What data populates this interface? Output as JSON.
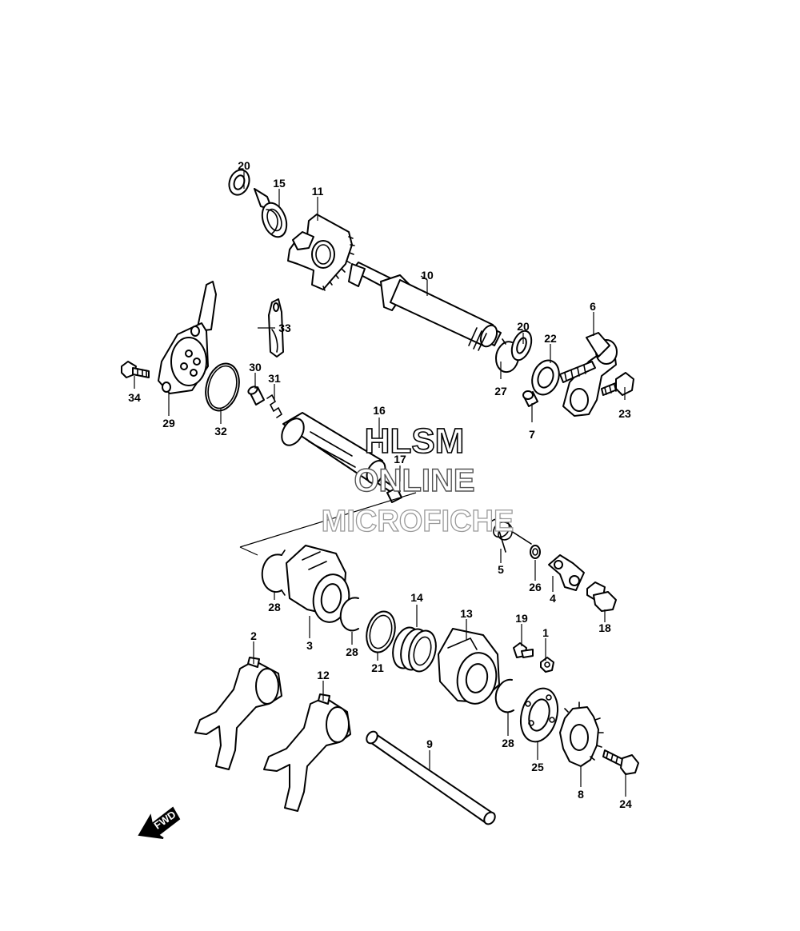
{
  "diagram": {
    "fwd_label": "FWD",
    "watermark": {
      "line1": "HLSM",
      "line2": "ONLINE",
      "line3": "MICROFICHE",
      "color": "#9a9a9a"
    },
    "callouts": [
      {
        "id": "c1",
        "label": "1"
      },
      {
        "id": "c2",
        "label": "2"
      },
      {
        "id": "c3",
        "label": "3"
      },
      {
        "id": "c4",
        "label": "4"
      },
      {
        "id": "c5",
        "label": "5"
      },
      {
        "id": "c6",
        "label": "6"
      },
      {
        "id": "c7",
        "label": "7"
      },
      {
        "id": "c8",
        "label": "8"
      },
      {
        "id": "c9",
        "label": "9"
      },
      {
        "id": "c10",
        "label": "10"
      },
      {
        "id": "c11",
        "label": "11"
      },
      {
        "id": "c12",
        "label": "12"
      },
      {
        "id": "c13",
        "label": "13"
      },
      {
        "id": "c14",
        "label": "14"
      },
      {
        "id": "c15",
        "label": "15"
      },
      {
        "id": "c16",
        "label": "16"
      },
      {
        "id": "c17",
        "label": "17"
      },
      {
        "id": "c18",
        "label": "18"
      },
      {
        "id": "c19",
        "label": "19"
      },
      {
        "id": "c20a",
        "label": "20"
      },
      {
        "id": "c20b",
        "label": "20"
      },
      {
        "id": "c21",
        "label": "21"
      },
      {
        "id": "c22",
        "label": "22"
      },
      {
        "id": "c23",
        "label": "23"
      },
      {
        "id": "c24",
        "label": "24"
      },
      {
        "id": "c25",
        "label": "25"
      },
      {
        "id": "c26",
        "label": "26"
      },
      {
        "id": "c27",
        "label": "27"
      },
      {
        "id": "c28a",
        "label": "28"
      },
      {
        "id": "c28b",
        "label": "28"
      },
      {
        "id": "c28c",
        "label": "28"
      },
      {
        "id": "c29",
        "label": "29"
      },
      {
        "id": "c30",
        "label": "30"
      },
      {
        "id": "c31",
        "label": "31"
      },
      {
        "id": "c32",
        "label": "32"
      },
      {
        "id": "c33",
        "label": "33"
      },
      {
        "id": "c34",
        "label": "34"
      }
    ]
  }
}
